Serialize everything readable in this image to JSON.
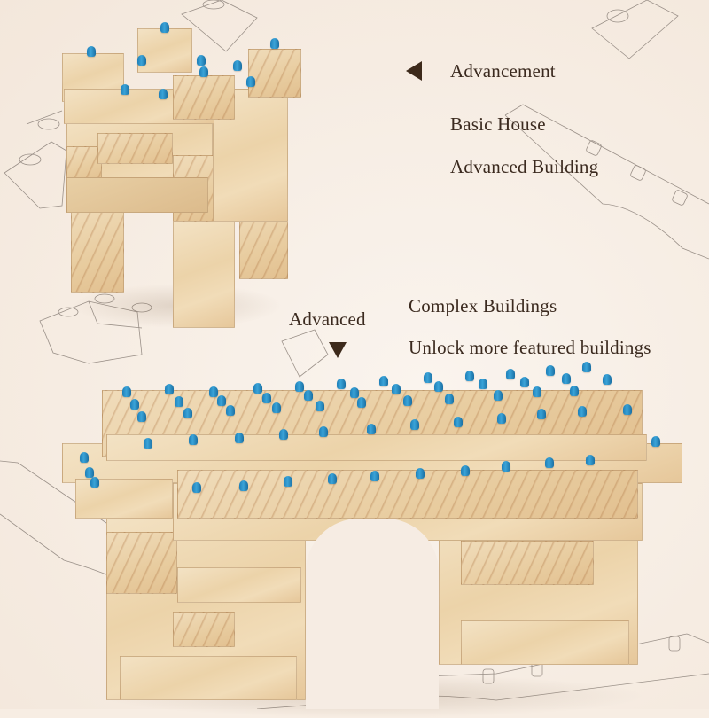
{
  "scene": {
    "background_color": "#f7ede3",
    "text_color": "#3b2a1f",
    "peg_color": "#2a8ec8",
    "wood_color": "#ecd3a9"
  },
  "captions": {
    "advancement": {
      "label": "Advancement",
      "icon": "triangle-left-icon"
    },
    "basic_house": "Basic House",
    "advanced_building": "Advanced Building",
    "advanced": {
      "label": "Advanced",
      "icon": "triangle-down-icon"
    },
    "complex_buildings": "Complex Buildings",
    "unlock_more": "Unlock more featured buildings"
  },
  "products": [
    {
      "name": "small-tower-model",
      "description": "Wooden block tower with blue pegs"
    },
    {
      "name": "arch-bridge-model",
      "description": "Wooden block arch building with blue pegs"
    }
  ]
}
